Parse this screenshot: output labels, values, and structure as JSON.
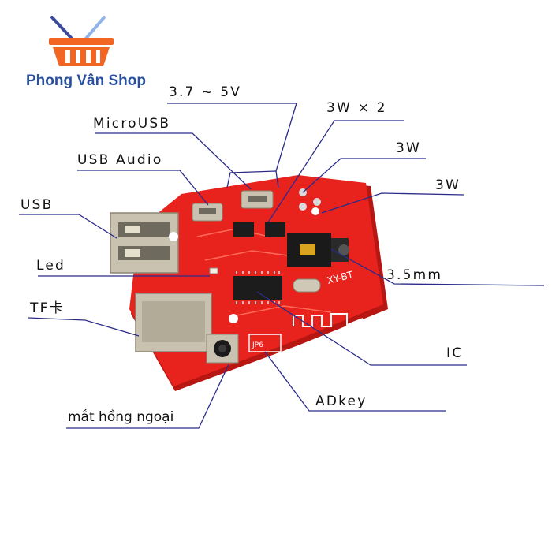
{
  "shop": {
    "name": "Phong Vân Shop",
    "logo_icon": "shopping-basket-icon",
    "colors": {
      "basket": "#f26522",
      "handles": "#3b4a9a",
      "handle_light": "#8fb3e6"
    }
  },
  "board": {
    "silkscreen_model": "XY-BT",
    "pad_label": "JP6",
    "colors": {
      "pcb": "#e8231e",
      "pcb_dark": "#b81612",
      "metal": "#c9c2b0",
      "jack": "#1a1a1a"
    }
  },
  "callouts": {
    "voltage": "3.7 ~ 5V",
    "micro_usb": "MicroUSB",
    "usb_audio": "USB Audio",
    "usb": "USB",
    "amp_power": "3W × 2",
    "speaker_right": "3W",
    "speaker_left": "3W",
    "led": "Led",
    "tf_card": "TF卡",
    "jack_3_5mm": "3.5mm",
    "ic": "IC",
    "adkey": "ADkey",
    "ir_receiver": "mắt hồng ngoại"
  }
}
